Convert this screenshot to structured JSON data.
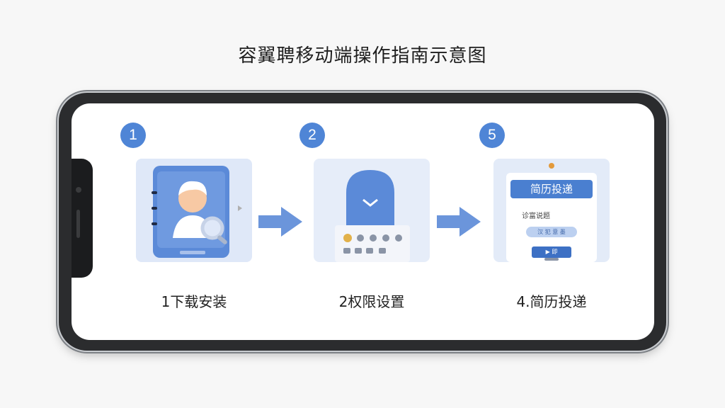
{
  "title": "容翼聘移动端操作指南示意图",
  "steps": [
    {
      "badge": "1",
      "caption": "1下载安装",
      "icon": "phone-user-search-icon"
    },
    {
      "badge": "2",
      "caption": "2权限设置",
      "icon": "lock-permission-icon"
    },
    {
      "badge": "5",
      "caption": "4.简历投递",
      "icon": "resume-submit-icon",
      "mini_title": "简历投递",
      "mini_text": "诊富说题",
      "mini_pill": "汉 犯 意 墨",
      "mini_button": "▶ 即"
    }
  ],
  "colors": {
    "accent": "#4f85d6",
    "arrow": "#6b95db",
    "card_bg": "#e8eef9"
  }
}
